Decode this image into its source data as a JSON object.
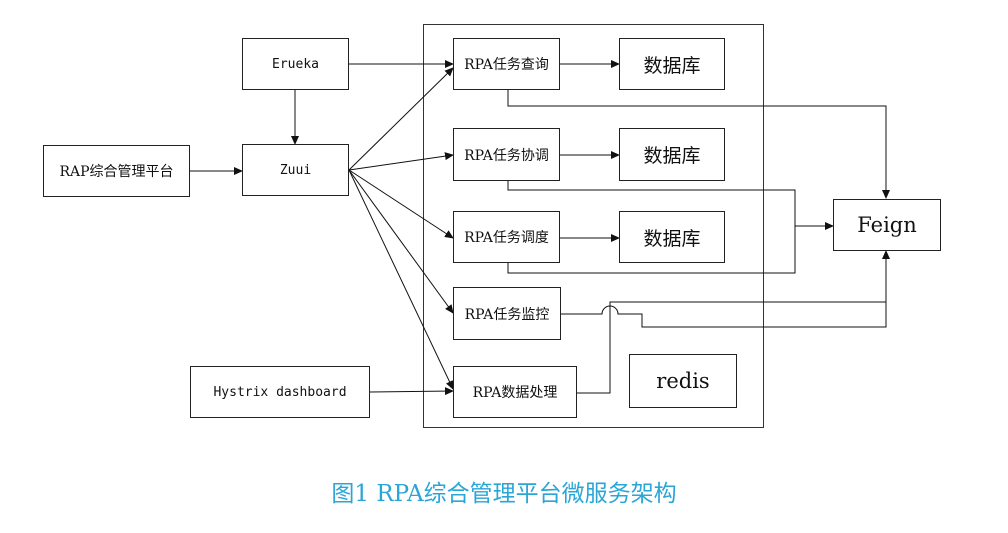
{
  "nodes": {
    "erueka": "Erueka",
    "rap_platform": "RAP综合管理平台",
    "zuul": "Zuui",
    "hystrix": "Hystrix dashboard",
    "svc_query": "RPA任务查询",
    "svc_coord": "RPA任务协调",
    "svc_sched": "RPA任务调度",
    "svc_monitor": "RPA任务监控",
    "svc_data": "RPA数据处理",
    "db_1": "数据库",
    "db_2": "数据库",
    "db_3": "数据库",
    "redis": "redis",
    "feign": "Feign"
  },
  "caption": "图1 RPA综合管理平台微服务架构"
}
